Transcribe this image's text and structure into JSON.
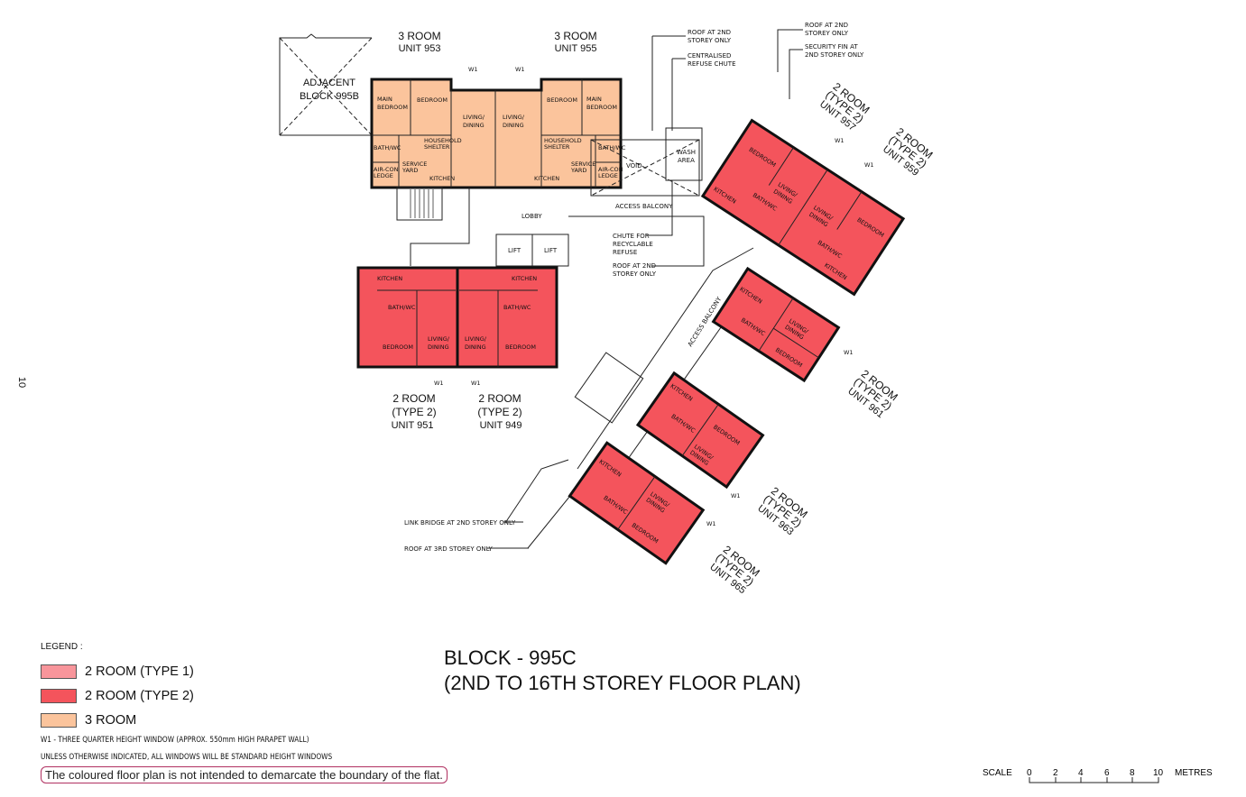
{
  "block": {
    "title": "BLOCK - 995C",
    "subtitle": "(2ND TO 16TH STOREY FLOOR PLAN)"
  },
  "page_number": "10",
  "colors": {
    "two_room_type1": "#f8959b",
    "two_room_type2": "#f4545c",
    "three_room": "#fbc49c"
  },
  "units": {
    "u953": {
      "type": "3 ROOM",
      "unit": "UNIT 953"
    },
    "u955": {
      "type": "3 ROOM",
      "unit": "UNIT 955"
    },
    "u957": {
      "type": "2 ROOM",
      "sub": "(TYPE 2)",
      "unit": "UNIT 957"
    },
    "u959": {
      "type": "2 ROOM",
      "sub": "(TYPE 2)",
      "unit": "UNIT 959"
    },
    "u961": {
      "type": "2 ROOM",
      "sub": "(TYPE 2)",
      "unit": "UNIT 961"
    },
    "u963": {
      "type": "2 ROOM",
      "sub": "(TYPE 2)",
      "unit": "UNIT 963"
    },
    "u965": {
      "type": "2 ROOM",
      "sub": "(TYPE 2)",
      "unit": "UNIT 965"
    },
    "u951": {
      "type": "2 ROOM",
      "sub": "(TYPE 2)",
      "unit": "UNIT 951"
    },
    "u949": {
      "type": "2 ROOM",
      "sub": "(TYPE 2)",
      "unit": "UNIT 949"
    }
  },
  "rooms": {
    "main_bedroom": [
      "MAIN",
      "BEDROOM"
    ],
    "bedroom": "BEDROOM",
    "living_dining": [
      "LIVING/",
      "DINING"
    ],
    "kitchen": "KITCHEN",
    "bath_wc": "BATH/WC",
    "household_shelter": [
      "HOUSEHOLD",
      "SHELTER"
    ],
    "service_yard": [
      "SERVICE",
      "YARD"
    ],
    "aircon_ledge": [
      "AIR-CON",
      "LEDGE"
    ],
    "w1": "W1"
  },
  "annotations": {
    "adjacent_block": [
      "ADJACENT",
      "BLOCK 995B"
    ],
    "roof_2nd_a": [
      "ROOF AT 2ND",
      "STOREY ONLY"
    ],
    "refuse_chute": [
      "CENTRALISED",
      "REFUSE CHUTE"
    ],
    "roof_2nd_b": [
      "ROOF AT 2ND",
      "STOREY ONLY"
    ],
    "security_fin": [
      "SECURITY FIN AT",
      "2ND STOREY ONLY"
    ],
    "wash_area": [
      "WASH",
      "AREA"
    ],
    "void": "VOID",
    "access_balcony": "ACCESS BALCONY",
    "lobby": "LOBBY",
    "lift": "LIFT",
    "recycle_chute": [
      "CHUTE FOR",
      "RECYCLABLE",
      "REFUSE"
    ],
    "roof_2nd_c": [
      "ROOF AT 2ND",
      "STOREY ONLY"
    ],
    "link_bridge": "LINK BRIDGE AT 2ND STOREY ONLY",
    "roof_3rd": "ROOF AT 3RD STOREY ONLY"
  },
  "legend": {
    "title": "LEGEND :",
    "items": [
      "2 ROOM (TYPE 1)",
      "2 ROOM (TYPE 2)",
      "3 ROOM"
    ],
    "note1": "W1 - THREE QUARTER HEIGHT WINDOW (APPROX. 550mm HIGH PARAPET WALL)",
    "note2": "UNLESS OTHERWISE INDICATED, ALL WINDOWS WILL BE STANDARD HEIGHT WINDOWS",
    "disclaimer": "The coloured floor plan is not intended to demarcate the boundary of the flat."
  },
  "scale": {
    "label": "SCALE",
    "ticks": [
      "0",
      "2",
      "4",
      "6",
      "8",
      "10"
    ],
    "unit": "METRES"
  }
}
